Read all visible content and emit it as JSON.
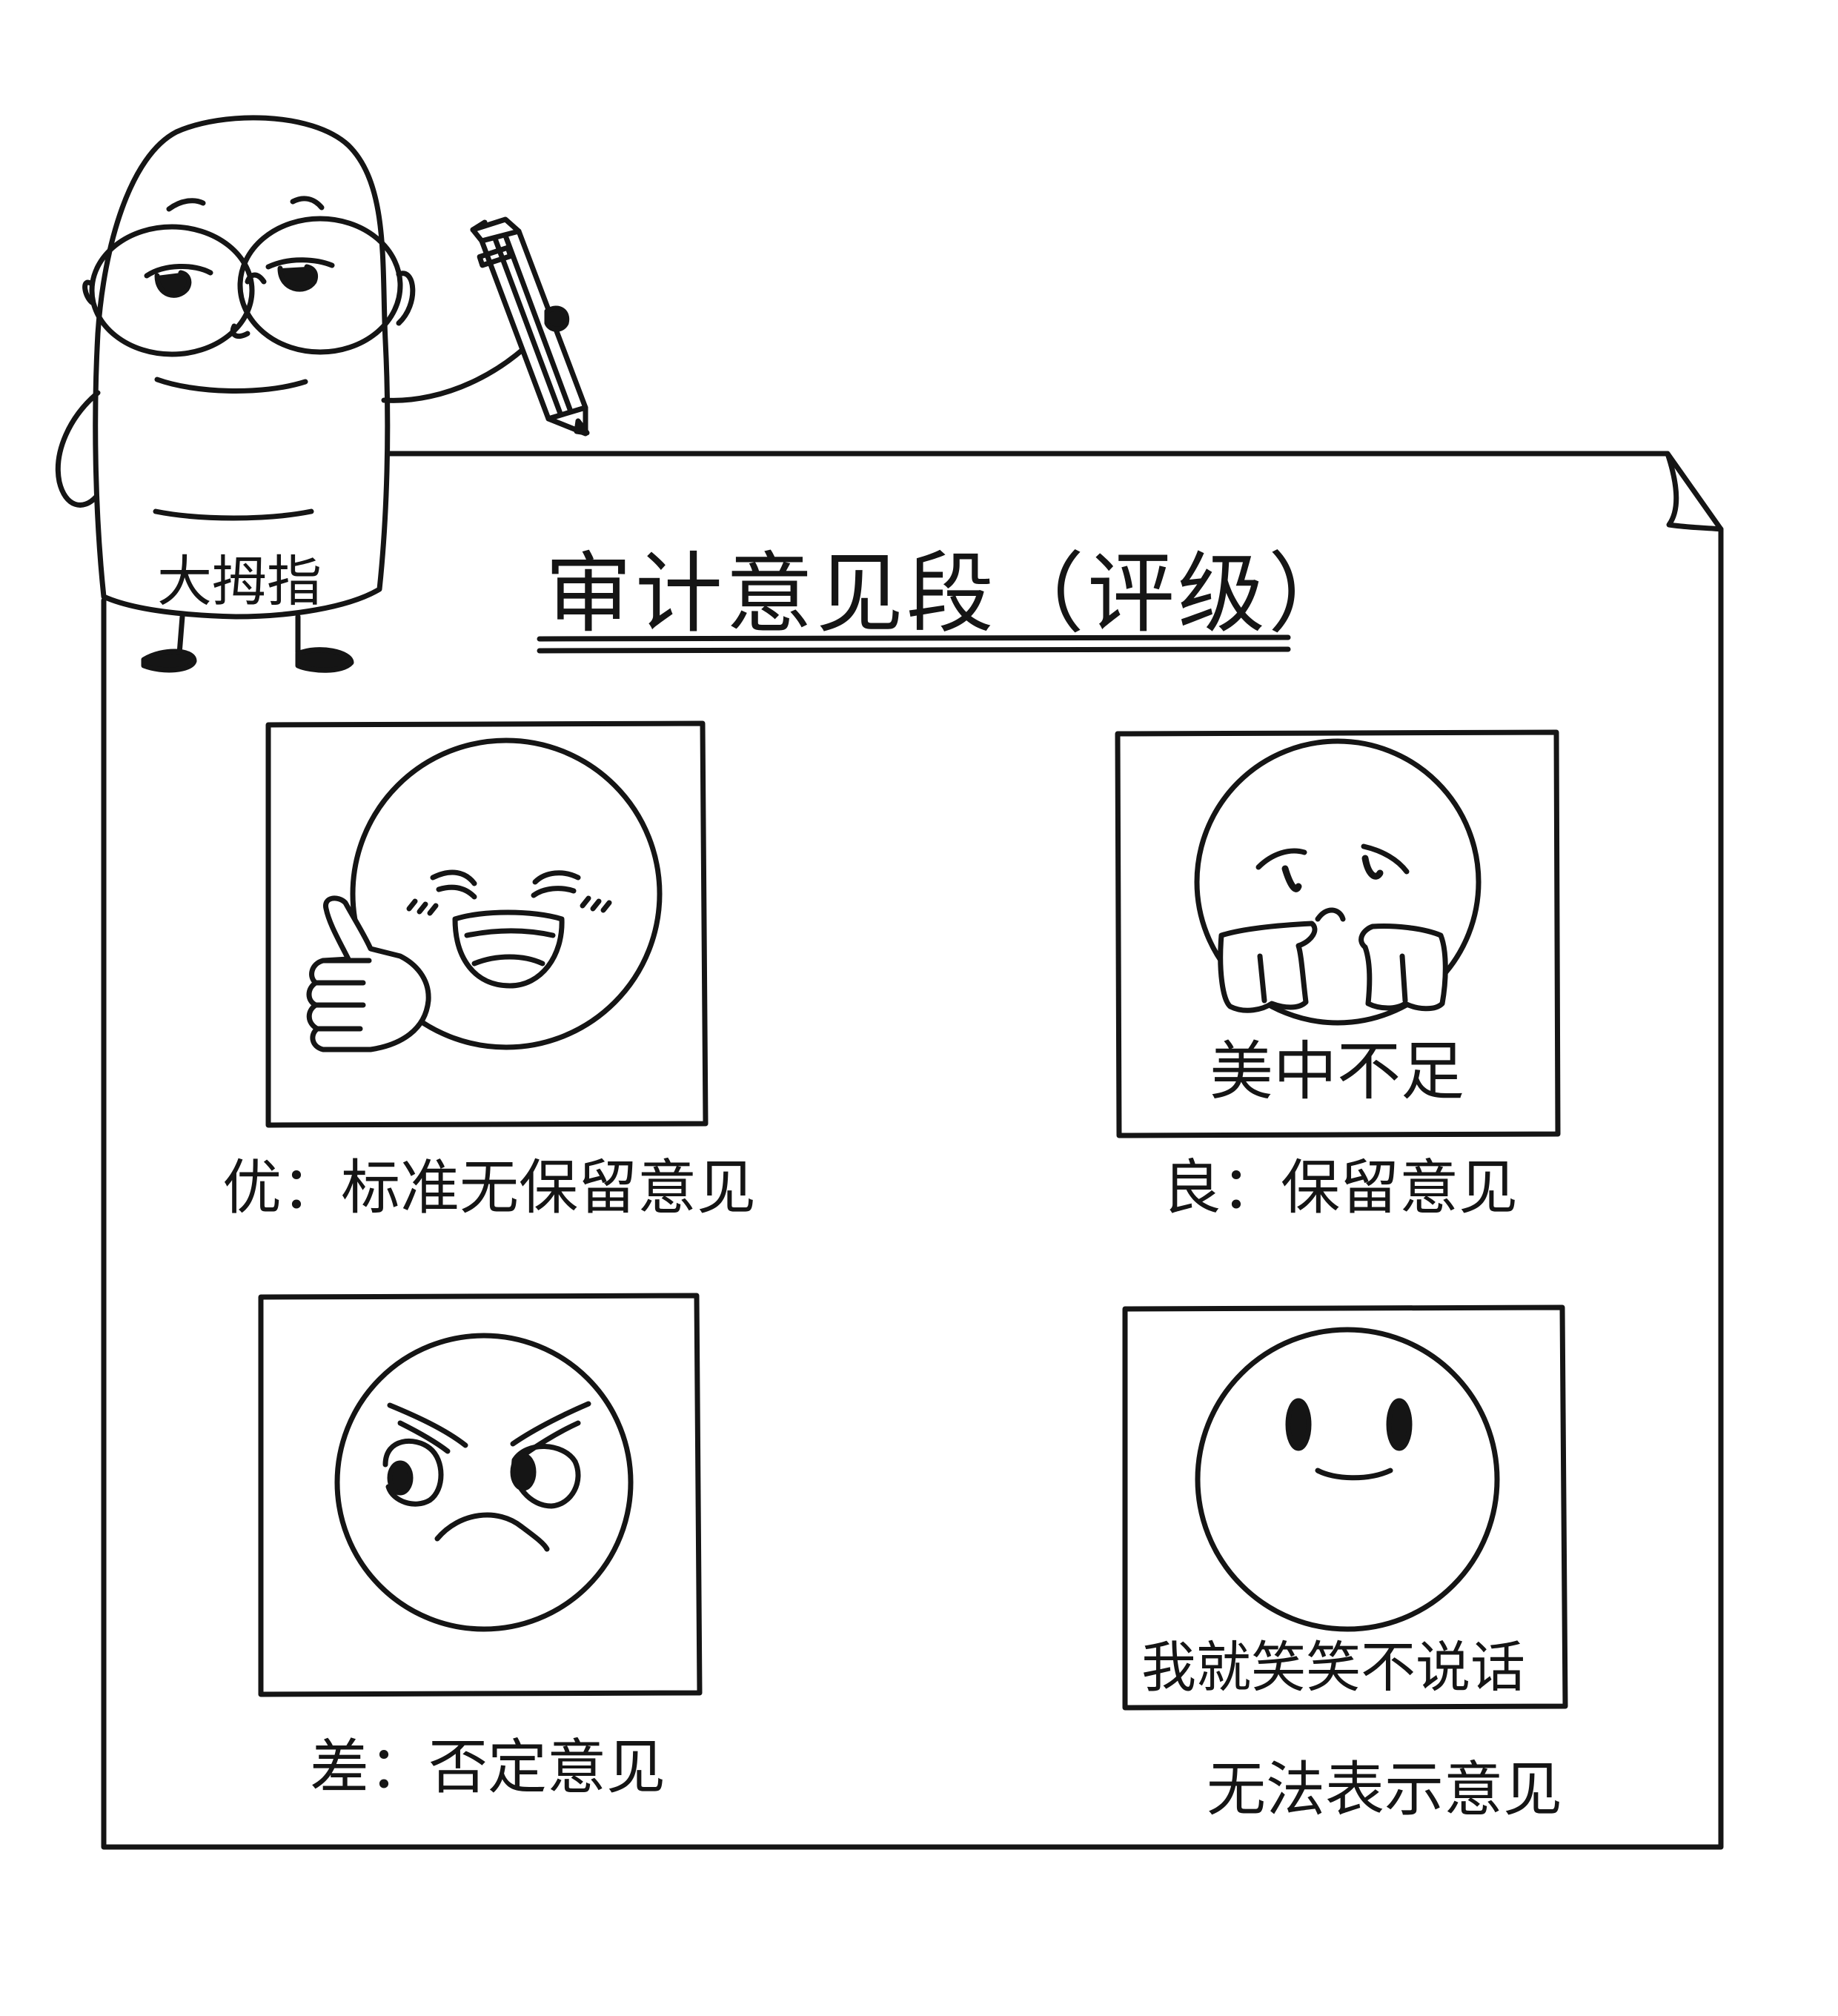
{
  "title": "审计意见段（评级）",
  "mascot": {
    "name": "大拇指",
    "icon": "bespectacled-mascot-with-pencil-icon"
  },
  "ratings": [
    {
      "caption": "优：标准无保留意见",
      "icon": "grinning-thumbs-up-face-icon"
    },
    {
      "caption": "良：保留意见",
      "note": "美中不足",
      "icon": "worried-face-hands-on-chin-icon"
    },
    {
      "caption": "差：否定意见",
      "icon": "angry-face-icon"
    },
    {
      "caption": "无法表示意见",
      "note": "我就笑笑不说话",
      "icon": "silent-smile-face-icon"
    }
  ],
  "colors": {
    "ink": "#151515",
    "paper": "#ffffff"
  }
}
